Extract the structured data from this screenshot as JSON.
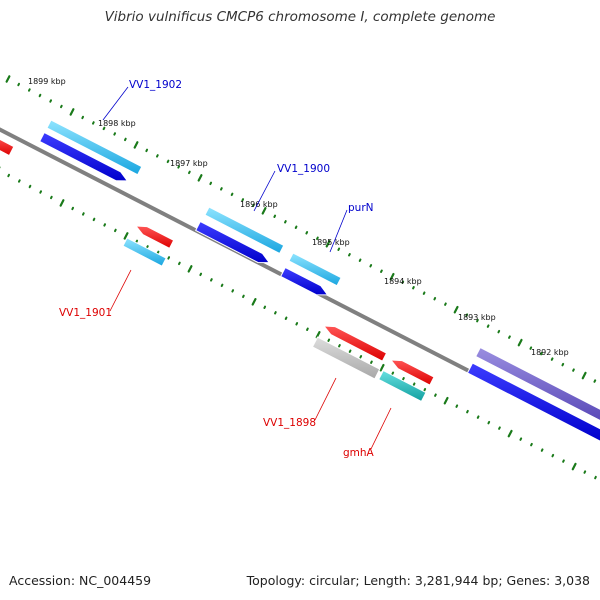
{
  "title": "Vibrio vulnificus CMCP6 chromosome I, complete genome",
  "footer": {
    "accession": "Accession: NC_004459",
    "summary": "Topology: circular; Length: 3,281,944 bp; Genes: 3,038"
  },
  "ticks": [
    "1899 kbp",
    "1898 kbp",
    "1897 kbp",
    "1896 kbp",
    "1895 kbp",
    "1894 kbp",
    "1893 kbp",
    "1892 kbp"
  ],
  "gene_labels": {
    "vv1_1902": "VV1_1902",
    "vv1_1900": "VV1_1900",
    "purn": "purN",
    "vv1_1901": "VV1_1901",
    "vv1_1898": "VV1_1898",
    "gmha": "gmhA"
  },
  "colors": {
    "forward_label": "#0000cc",
    "reverse_label": "#dd0000",
    "backbone": "#808080",
    "tick": "#1a7a1a",
    "cds_blue": "#0000dd",
    "cds_cyan": "#33bbee",
    "cds_red": "#ee1111",
    "cds_gray": "#b8b8b8",
    "cds_teal": "#22bbbb",
    "cds_violet": "#7766cc"
  }
}
